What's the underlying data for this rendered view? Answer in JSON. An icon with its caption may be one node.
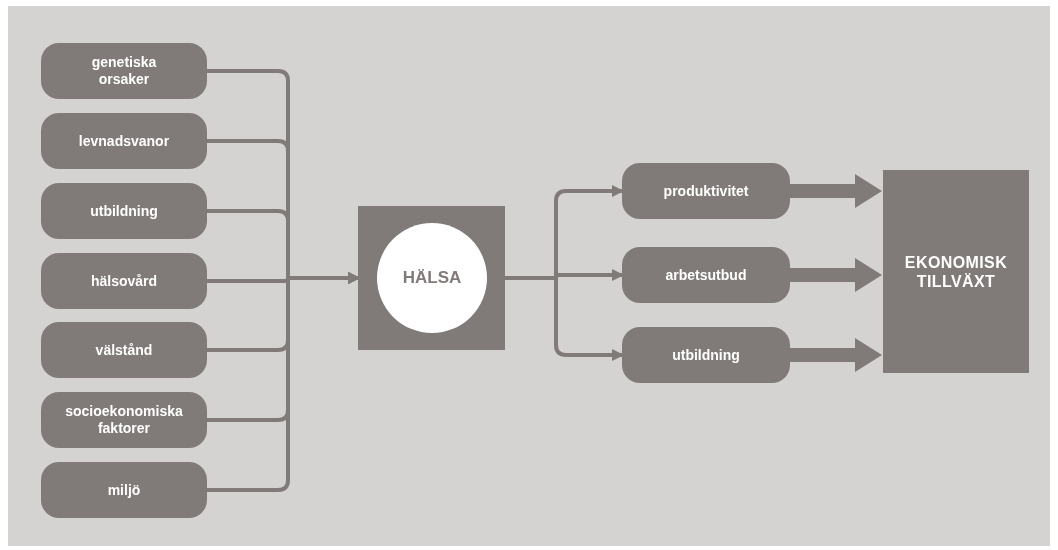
{
  "diagram": {
    "nodes": [
      {
        "text": [
          "genetiska orsaker"
        ]
      },
      {
        "text": [
          "levnadsvanor"
        ]
      },
      {
        "text": [
          "utbildning"
        ]
      },
      {
        "text": [
          "hälsovård"
        ]
      },
      {
        "text": [
          "välstånd"
        ]
      },
      {
        "text": [
          "socioekonomiska faktorer"
        ]
      },
      {
        "text": [
          "miljö"
        ]
      },
      {
        "text": [],
        "shape": "box"
      },
      {
        "text": [
          "HÄLSA"
        ],
        "in": 7
      },
      {
        "text": [
          "produktivitet"
        ]
      },
      {
        "text": [
          "arbetsutbud"
        ]
      },
      {
        "text": [
          "utbildning"
        ]
      },
      {
        "text": [
          "EKONOMISK TILLVÄXT"
        ]
      }
    ],
    "edges": [
      {
        "from": 0,
        "to": 7,
        "arrow": "to"
      },
      {
        "from": 1,
        "to": 7,
        "arrow": "to"
      },
      {
        "from": 2,
        "to": 7,
        "arrow": "to"
      },
      {
        "from": 3,
        "to": 7,
        "arrow": "to"
      },
      {
        "from": 4,
        "to": 7,
        "arrow": "to"
      },
      {
        "from": 5,
        "to": 7,
        "arrow": "to"
      },
      {
        "from": 6,
        "to": 7,
        "arrow": "to"
      },
      {
        "from": 7,
        "to": 9,
        "arrow": "to"
      },
      {
        "from": 7,
        "to": 10,
        "arrow": "to"
      },
      {
        "from": 7,
        "to": 11,
        "arrow": "to"
      },
      {
        "from": 9,
        "to": 12,
        "arrow": "to",
        "style": "thick"
      },
      {
        "from": 10,
        "to": 12,
        "arrow": "to",
        "style": "thick"
      },
      {
        "from": 11,
        "to": 12,
        "arrow": "to",
        "style": "thick"
      }
    ]
  }
}
